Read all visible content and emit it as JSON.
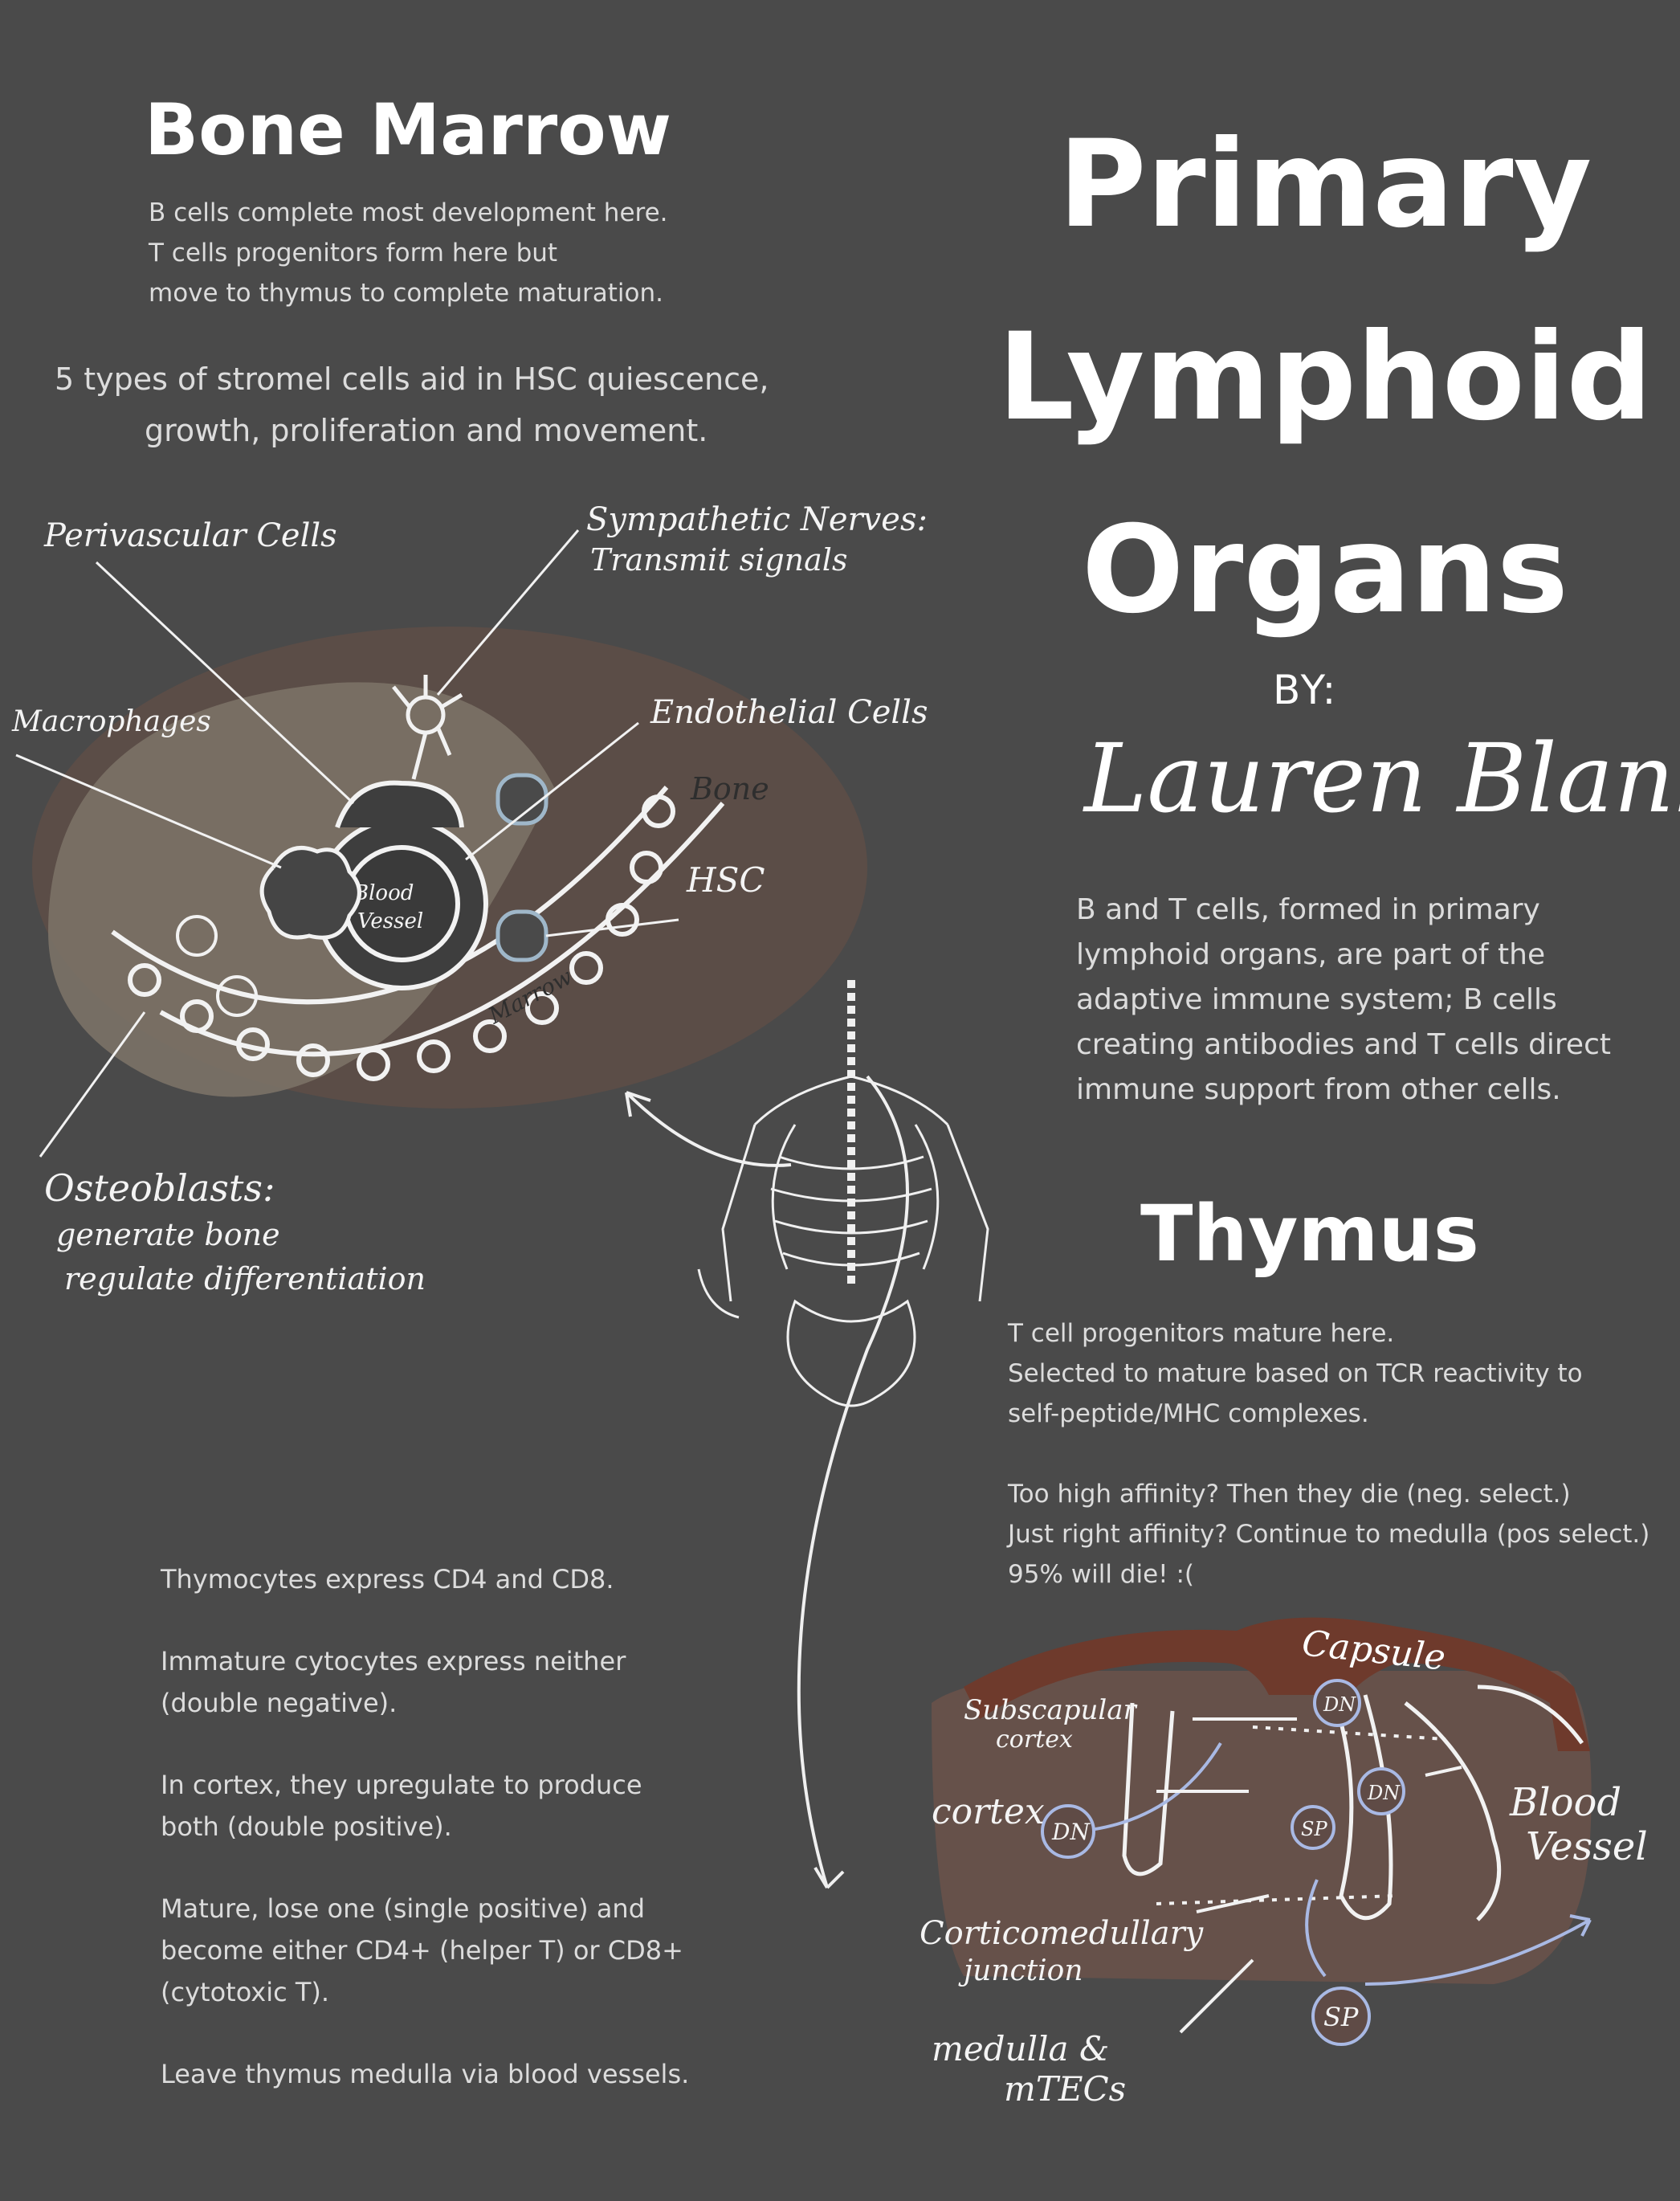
{
  "title": {
    "line1": "Primary",
    "line2": "Lymphoid",
    "line3": "Organs"
  },
  "author": {
    "by": "BY:",
    "name": "Lauren Blank"
  },
  "intro": "B and T cells, formed in primary lymphoid organs, are part of the adaptive immune system; B cells creating antibodies and T cells direct immune support from other cells.",
  "bone_marrow": {
    "heading": "Bone Marrow",
    "lines": [
      "B cells complete most development here.",
      "T cells progenitors form here but",
      "move to thymus to complete maturation."
    ],
    "stromal_line1": "5 types of stromel cells aid in HSC quiescence,",
    "stromal_line2": "growth, proliferation and movement.",
    "labels": {
      "perivascular": "Perivascular Cells",
      "sympathetic_1": "Sympathetic Nerves:",
      "sympathetic_2": "Transmit signals",
      "macrophages": "Macrophages",
      "endothelial": "Endothelial Cells",
      "bone": "Bone",
      "hsc": "HSC",
      "blood_vessel_1": "Blood",
      "blood_vessel_2": "Vessel",
      "marrow": "Marrow",
      "osteoblasts": "Osteoblasts:",
      "osteo_2": "generate bone",
      "osteo_3": "regulate differentiation"
    },
    "colors": {
      "marrow_region": "#7e7468",
      "bone_region": "#5b4d47",
      "hsc": "#9fb7c9"
    }
  },
  "thymus": {
    "heading": "Thymus",
    "lines": [
      "T cell progenitors mature here.",
      "Selected to mature based on TCR reactivity to",
      "self-peptide/MHC complexes."
    ],
    "selection": [
      "Too high affinity? Then they die (neg. select.)",
      "Just right affinity? Continue to medulla (pos select.)",
      "95% will die! :("
    ],
    "notes": [
      "Thymocytes express CD4 and CD8.",
      "Immature cytocytes express neither (double negative).",
      "In cortex, they upregulate to produce both (double positive).",
      "Mature, lose one (single positive) and become either CD4+ (helper T) or CD8+ (cytotoxic T).",
      "Leave thymus medulla via blood vessels."
    ],
    "labels": {
      "capsule": "Capsule",
      "subscapular_1": "Subscapular",
      "subscapular_2": "cortex",
      "cortex": "cortex",
      "blood_1": "Blood",
      "blood_2": "Vessel",
      "cmj_1": "Corticomedullary",
      "cmj_2": "junction",
      "medulla_1": "medulla &",
      "medulla_2": "mTECs",
      "dn": "DN",
      "sp": "SP"
    },
    "colors": {
      "tissue": "#66514a",
      "capsule": "#6e3a2c",
      "cell_ring": "#a9b9e4"
    }
  }
}
